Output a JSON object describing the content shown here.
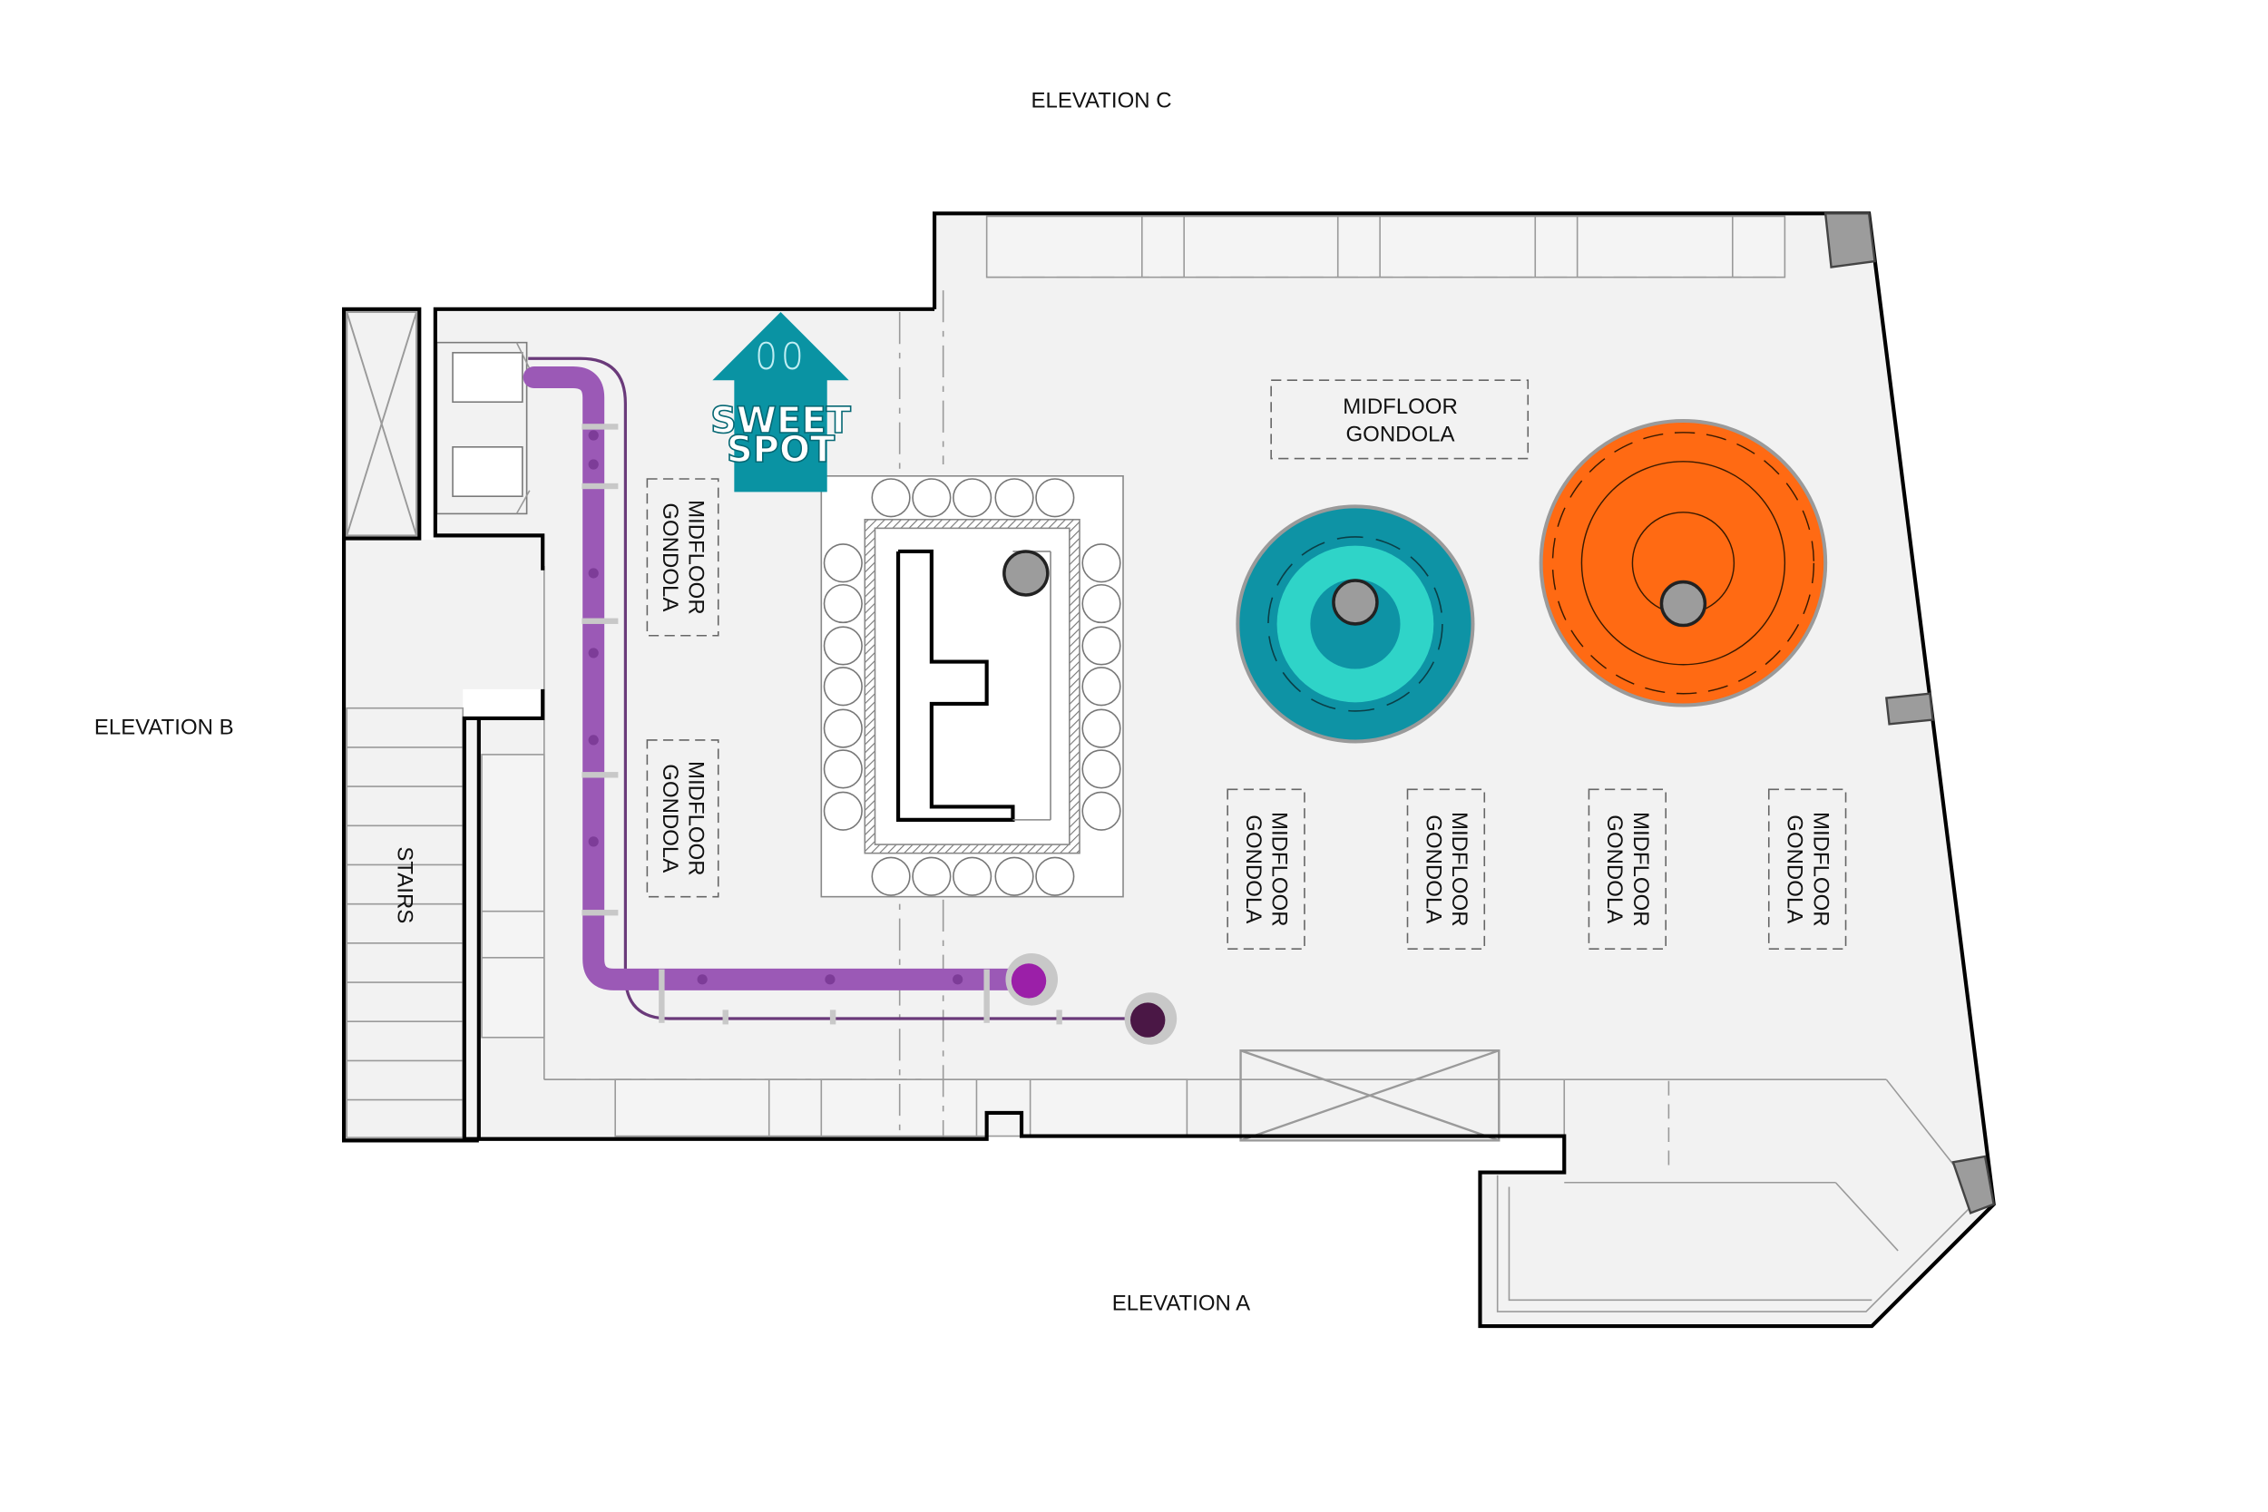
{
  "elevations": {
    "c": "ELEVATION C",
    "b": "ELEVATION B",
    "a": "ELEVATION A"
  },
  "stairs": "STAIRS",
  "gondola": {
    "line1": "MIDFLOOR",
    "line2": "GONDOLA"
  },
  "sweet_spot": {
    "line1": "SWEET",
    "line2": "SPOT",
    "icon": "footprints-icon"
  },
  "colors": {
    "floor": "#f2f2f2",
    "wall": "#000000",
    "path_purple": "#9b59b6",
    "path_outline": "#6a3a7a",
    "teal_dark": "#0e93a5",
    "teal_light": "#2fd4c8",
    "orange": "#ff6a13",
    "sweet_spot": "#0a93a3",
    "column": "#9c9c9c"
  }
}
